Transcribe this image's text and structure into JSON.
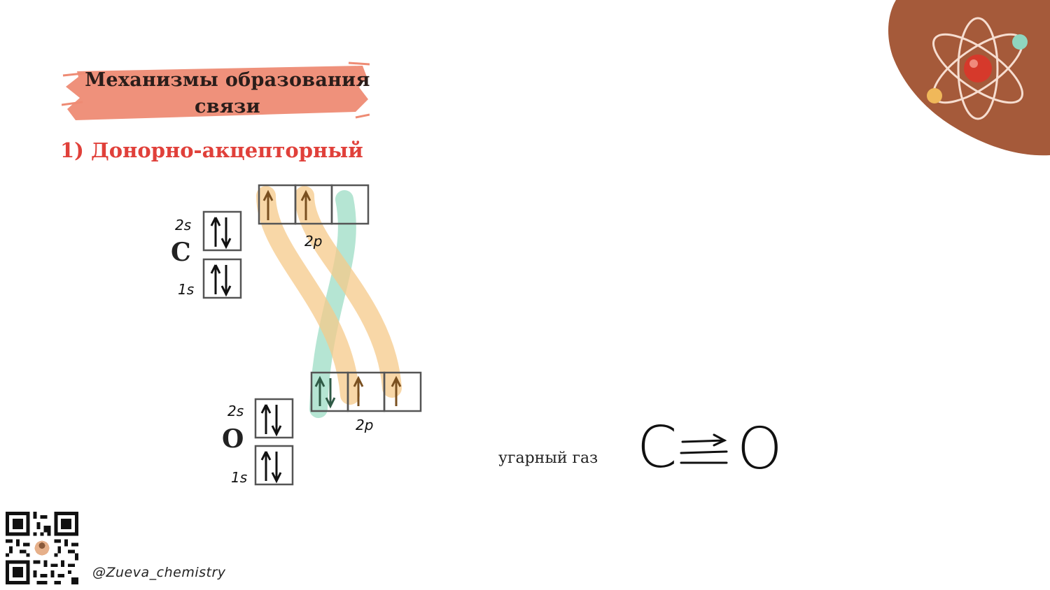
{
  "slide": {
    "title_line1": "Механизмы образования",
    "title_line2": "связи",
    "subtitle": "1) Донорно-акцепторный",
    "gas_label": "угарный газ",
    "handle": "@Zueva_chemistry"
  },
  "diagram": {
    "carbon": {
      "symbol": "C",
      "label_2s": "2s",
      "label_1s": "1s",
      "label_2p": "2p"
    },
    "oxygen": {
      "symbol": "O",
      "label_2s": "2s",
      "label_1s": "1s",
      "label_2p": "2p"
    }
  },
  "formula": {
    "left": "C",
    "right": "O"
  },
  "colors": {
    "brush": "#ee8b74",
    "blob": "#a55a3a",
    "subtitle": "#e0403a",
    "orange_highlight": "#f5c98a",
    "green_highlight": "#9cdcc4"
  },
  "icons": [
    "atom-icon",
    "qr-code"
  ]
}
